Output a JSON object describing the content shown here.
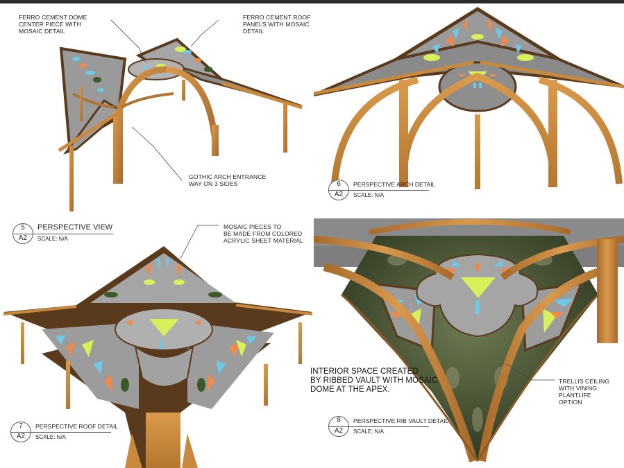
{
  "colors": {
    "wood": "#c8893f",
    "wood_dark": "#8a5a26",
    "roof_brown": "#5a3a1c",
    "concrete": "#9c9c9c",
    "mosaic_yellow": "#d8f05a",
    "mosaic_blue": "#6ec8e8",
    "mosaic_orange": "#f08a4a",
    "foliage": "#4e5a3a"
  },
  "notes": {
    "dome_center": [
      "FERRO CEMENT DOME",
      "CENTER PIECE WITH",
      "MOSAIC DETAIL"
    ],
    "roof_panels": [
      "FERRO CEMENT ROOF",
      "PANELS WITH MOSAIC",
      "DETAIL"
    ],
    "gothic_arch": [
      "GOTHIC ARCH ENTRANCE",
      "WAY ON 3 SIDES"
    ],
    "mosaic_pieces": [
      "MOSAIC PIECES TO",
      "BE MADE FROM COLORED",
      "ACRYLIC SHEET MATERIAL"
    ],
    "interior": [
      "INTERIOR SPACE CREATED",
      "BY RIBBED VAULT WITH MOSAIC",
      "DOME AT THE APEX."
    ],
    "trellis": [
      "TRELLIS CEILING",
      "WITH VINING PLANTLIFE",
      "OPTION"
    ]
  },
  "views": [
    {
      "number": "5",
      "sheet": "A2",
      "title": "PERSPECTIVE VIEW",
      "scale": "SCALE: N/A"
    },
    {
      "number": "6",
      "sheet": "A2",
      "title": "PERSPECTIVE ARCH DETAIL",
      "scale": "SCALE: N/A"
    },
    {
      "number": "7",
      "sheet": "A2",
      "title": "PERSPECTIVE ROOF DETAIL",
      "scale": "SCALE: N/A"
    },
    {
      "number": "8",
      "sheet": "A2",
      "title": "PERSPECTIVE RIB VAULT DETAIL",
      "scale": "SCALE: N/A"
    }
  ]
}
